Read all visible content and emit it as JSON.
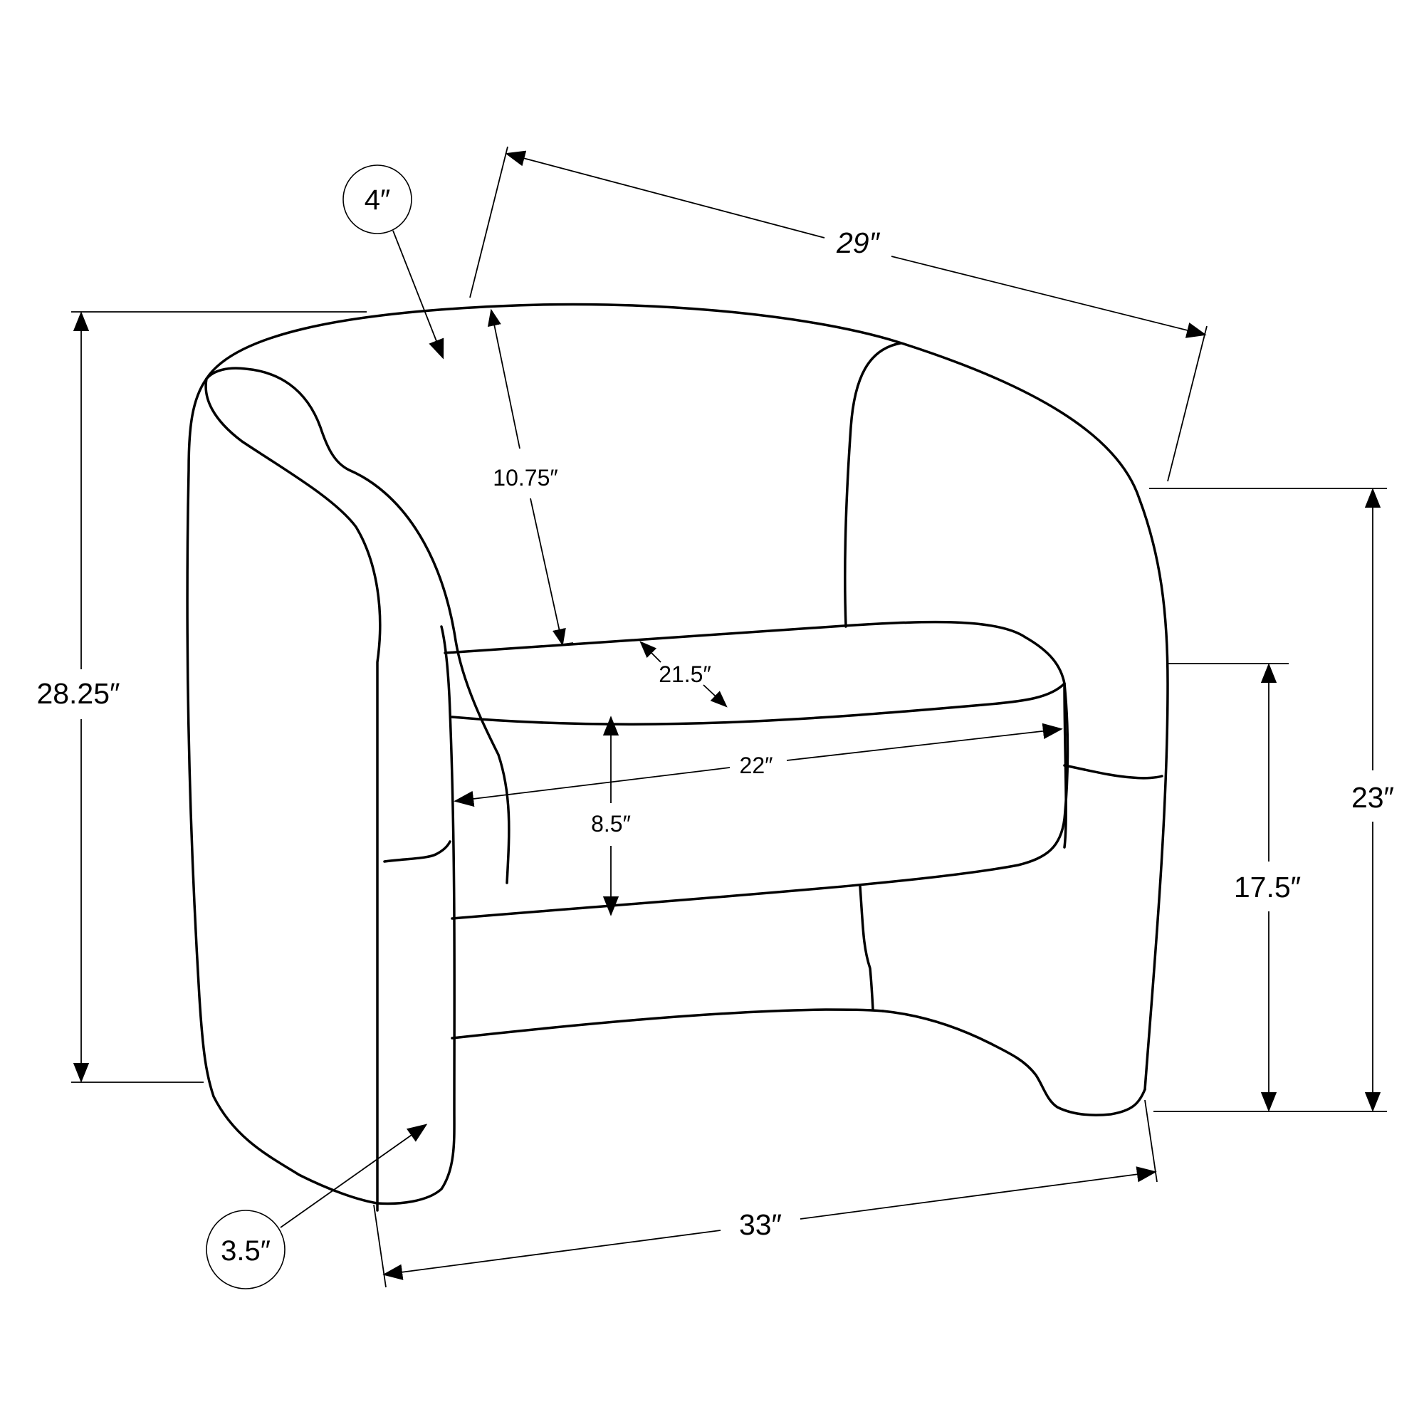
{
  "diagram": {
    "subject": "accent-chair",
    "dimensions": {
      "depth": "29″",
      "overall_height": "28.25″",
      "back_height": "10.75″",
      "seat_depth": "21.5″",
      "seat_width": "22″",
      "seat_thickness": "8.5″",
      "arm_height": "23″",
      "seat_height": "17.5″",
      "width": "33″",
      "back_thickness": "4″",
      "arm_thickness": "3.5″"
    }
  }
}
